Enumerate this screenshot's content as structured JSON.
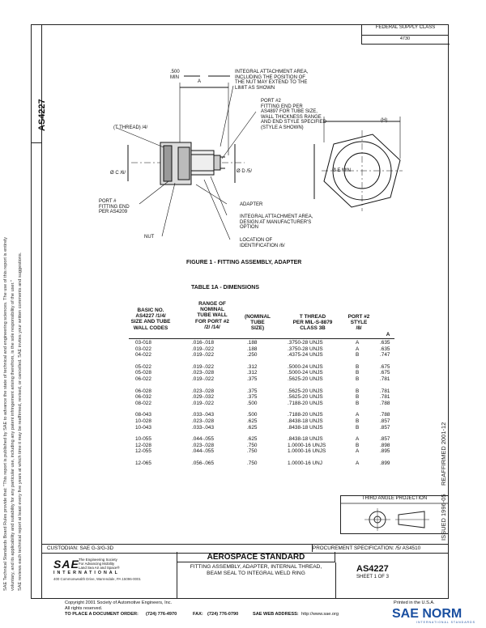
{
  "doc_number": "AS4227",
  "legal_lines": [
    "SAE Technical Standards Board Rules provide that: \"This report is published by SAE to advance the state of technical and engineering sciences. The use of this report is entirely",
    "voluntary, and its applicability and suitability for any particular use, including any patent infringement arising therefrom, is the sole responsibility of the user.\"",
    "SAE reviews each technical report at least every five years at which time it may be reaffirmed, revised, or cancelled. SAE invites your written comments and suggestions."
  ],
  "federal_supply": {
    "label": "FEDERAL SUPPLY CLASS",
    "code": "4730"
  },
  "figure": {
    "caption": "FIGURE 1 - FITTING ASSEMBLY, ADAPTER",
    "labels": {
      "dim_500": ".500\nMIN",
      "dim_a": "A",
      "integral_area": "INTEGRAL ATTACHMENT AREA,\nINCLUDING THE POSITION OF\nTHE NUT MAY EXTEND TO THE\nLIMIT AS SHOWN",
      "port2": "PORT #2\nFITTING END PER\nAS4897 FOR TUBE SIZE,\nWALL THICKNESS RANGE\nAND END STYLE SPECIFIED\n(STYLE A SHOWN)",
      "t_thread": "(T THREAD) /4/",
      "dim_c": "Ø C /6/",
      "dim_d": "Ø D /5/",
      "dim_e": "Ø E MIN",
      "dim_h": "(H)",
      "port1": "PORT #\nFITTING END\nPER AS4209",
      "adapter": "ADAPTER",
      "integral_design": "INTEGRAL ATTACHMENT AREA,\nDESIGN AT MANUFACTURER'S\nOPTION",
      "nut": "NUT",
      "location": "LOCATION OF\nIDENTIFICATION /6/"
    }
  },
  "table": {
    "title": "TABLE 1A - DIMENSIONS",
    "headers": [
      "BASIC NO.\nAS4227 /1/4/\nSIZE AND TUBE\nWALL CODES",
      "RANGE OF\nNOMINAL\nTUBE WALL\nFOR PORT #2\n/2/ /14/",
      "(NOMINAL\nTUBE\nSIZE)",
      "T THREAD\nPER MIL-S-8879\nCLASS 3B",
      "PORT #2\nSTYLE\n/8/",
      "A"
    ],
    "groups": [
      [
        [
          "03-018",
          ".016-.018",
          ".188",
          ".3750-28 UNJS",
          "A",
          ".635"
        ],
        [
          "03-022",
          ".019-.022",
          ".188",
          ".3750-28 UNJS",
          "A",
          ".635"
        ],
        [
          "04-022",
          ".019-.022",
          ".250",
          ".4375-24 UNJS",
          "B",
          ".747"
        ]
      ],
      [
        [
          "05-022",
          ".019-.022",
          ".312",
          ".5000-24 UNJS",
          "B",
          ".675"
        ],
        [
          "05-028",
          ".023-.028",
          ".312",
          ".5000-24 UNJS",
          "B",
          ".675"
        ],
        [
          "06-022",
          ".019-.022",
          ".375",
          ".5625-20 UNJS",
          "B",
          ".781"
        ]
      ],
      [
        [
          "06-028",
          ".023-.028",
          ".375",
          ".5625-20 UNJS",
          "B",
          ".781"
        ],
        [
          "06-032",
          ".029-.032",
          ".375",
          ".5625-20 UNJS",
          "B",
          ".781"
        ],
        [
          "08-022",
          ".019-.022",
          ".500",
          ".7188-20 UNJS",
          "B",
          ".788"
        ]
      ],
      [
        [
          "08-043",
          ".033-.043",
          ".500",
          ".7188-20 UNJS",
          "A",
          ".788"
        ],
        [
          "10-028",
          ".023-.028",
          ".625",
          ".8438-18 UNJS",
          "B",
          ".857"
        ],
        [
          "10-043",
          ".033-.043",
          ".625",
          ".8438-18 UNJS",
          "B",
          ".857"
        ]
      ],
      [
        [
          "10-055",
          ".044-.055",
          ".625",
          ".8438-18 UNJS",
          "A",
          ".857"
        ],
        [
          "12-028",
          ".023-.028",
          ".750",
          "1.0000-16 UNJS",
          "B",
          ".898"
        ],
        [
          "12-055",
          ".044-.055",
          ".750",
          "1.0000-16 UNJS",
          "A",
          ".895"
        ]
      ],
      [
        [
          "12-065",
          ".056-.065",
          ".750",
          "1.0000-16 UNJ",
          "A",
          ".899"
        ]
      ]
    ]
  },
  "third_angle": "THIRD ANGLE PROJECTION",
  "reaffirmed": "REAFFIRMED 2001-12",
  "issued": "ISSUED 1996-05",
  "custodian": "CUSTODIAN:  SAE G-3/G-3D",
  "procurement": "PROCUREMENT SPECIFICATION:  /5/ AS4510",
  "aerospace_standard": "AEROSPACE STANDARD",
  "title": "FITTING ASSEMBLY, ADAPTER, INTERNAL THREAD,\nBEAM SEAL TO INTEGRAL WELD RING",
  "sheet": "SHEET 1 OF 3",
  "sae": {
    "logo": "SAE",
    "subtitle": "The Engineering Society\nFor Advancing Mobility\nLand Sea Air and Space®",
    "international": "INTERNATIONAL",
    "address": "400 Commonwealth Drive, Warrendale, PA 15096-0001"
  },
  "footer": {
    "copyright": "Copyright 2001 Society of Automotive Engineers, Inc.",
    "rights": "All rights reserved.",
    "order": "TO PLACE A DOCUMENT ORDER:",
    "tel": "(724) 776-4970",
    "fax_label": "FAX:",
    "fax": "(724) 776-0790",
    "web_label": "SAE WEB ADDRESS:",
    "web": "http://www.sae.org",
    "printed": "Printed in the U.S.A."
  },
  "watermark": {
    "brand": "SAE NORM",
    "sub": "INTERNATIONAL STANDARDS"
  }
}
